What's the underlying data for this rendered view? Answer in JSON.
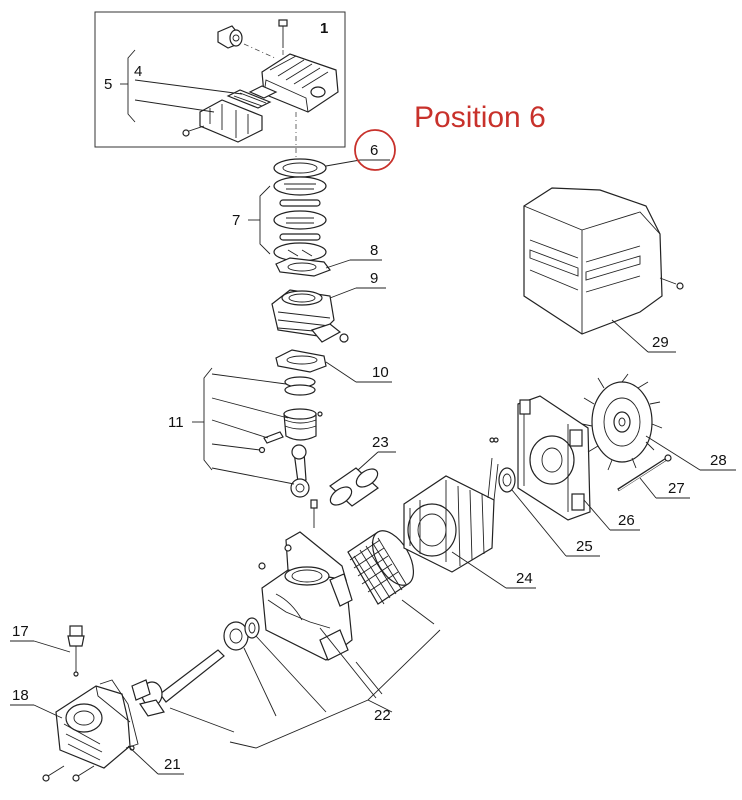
{
  "heading": "Position 6",
  "accent_color": "#c8312b",
  "labels": {
    "p1": "1",
    "p4": "4",
    "p5": "5",
    "p6": "6",
    "p7": "7",
    "p8": "8",
    "p9": "9",
    "p10": "10",
    "p11": "11",
    "p17": "17",
    "p18": "18",
    "p21": "21",
    "p22": "22",
    "p23": "23",
    "p24": "24",
    "p25": "25",
    "p26": "26",
    "p27": "27",
    "p28": "28",
    "p29": "29"
  }
}
